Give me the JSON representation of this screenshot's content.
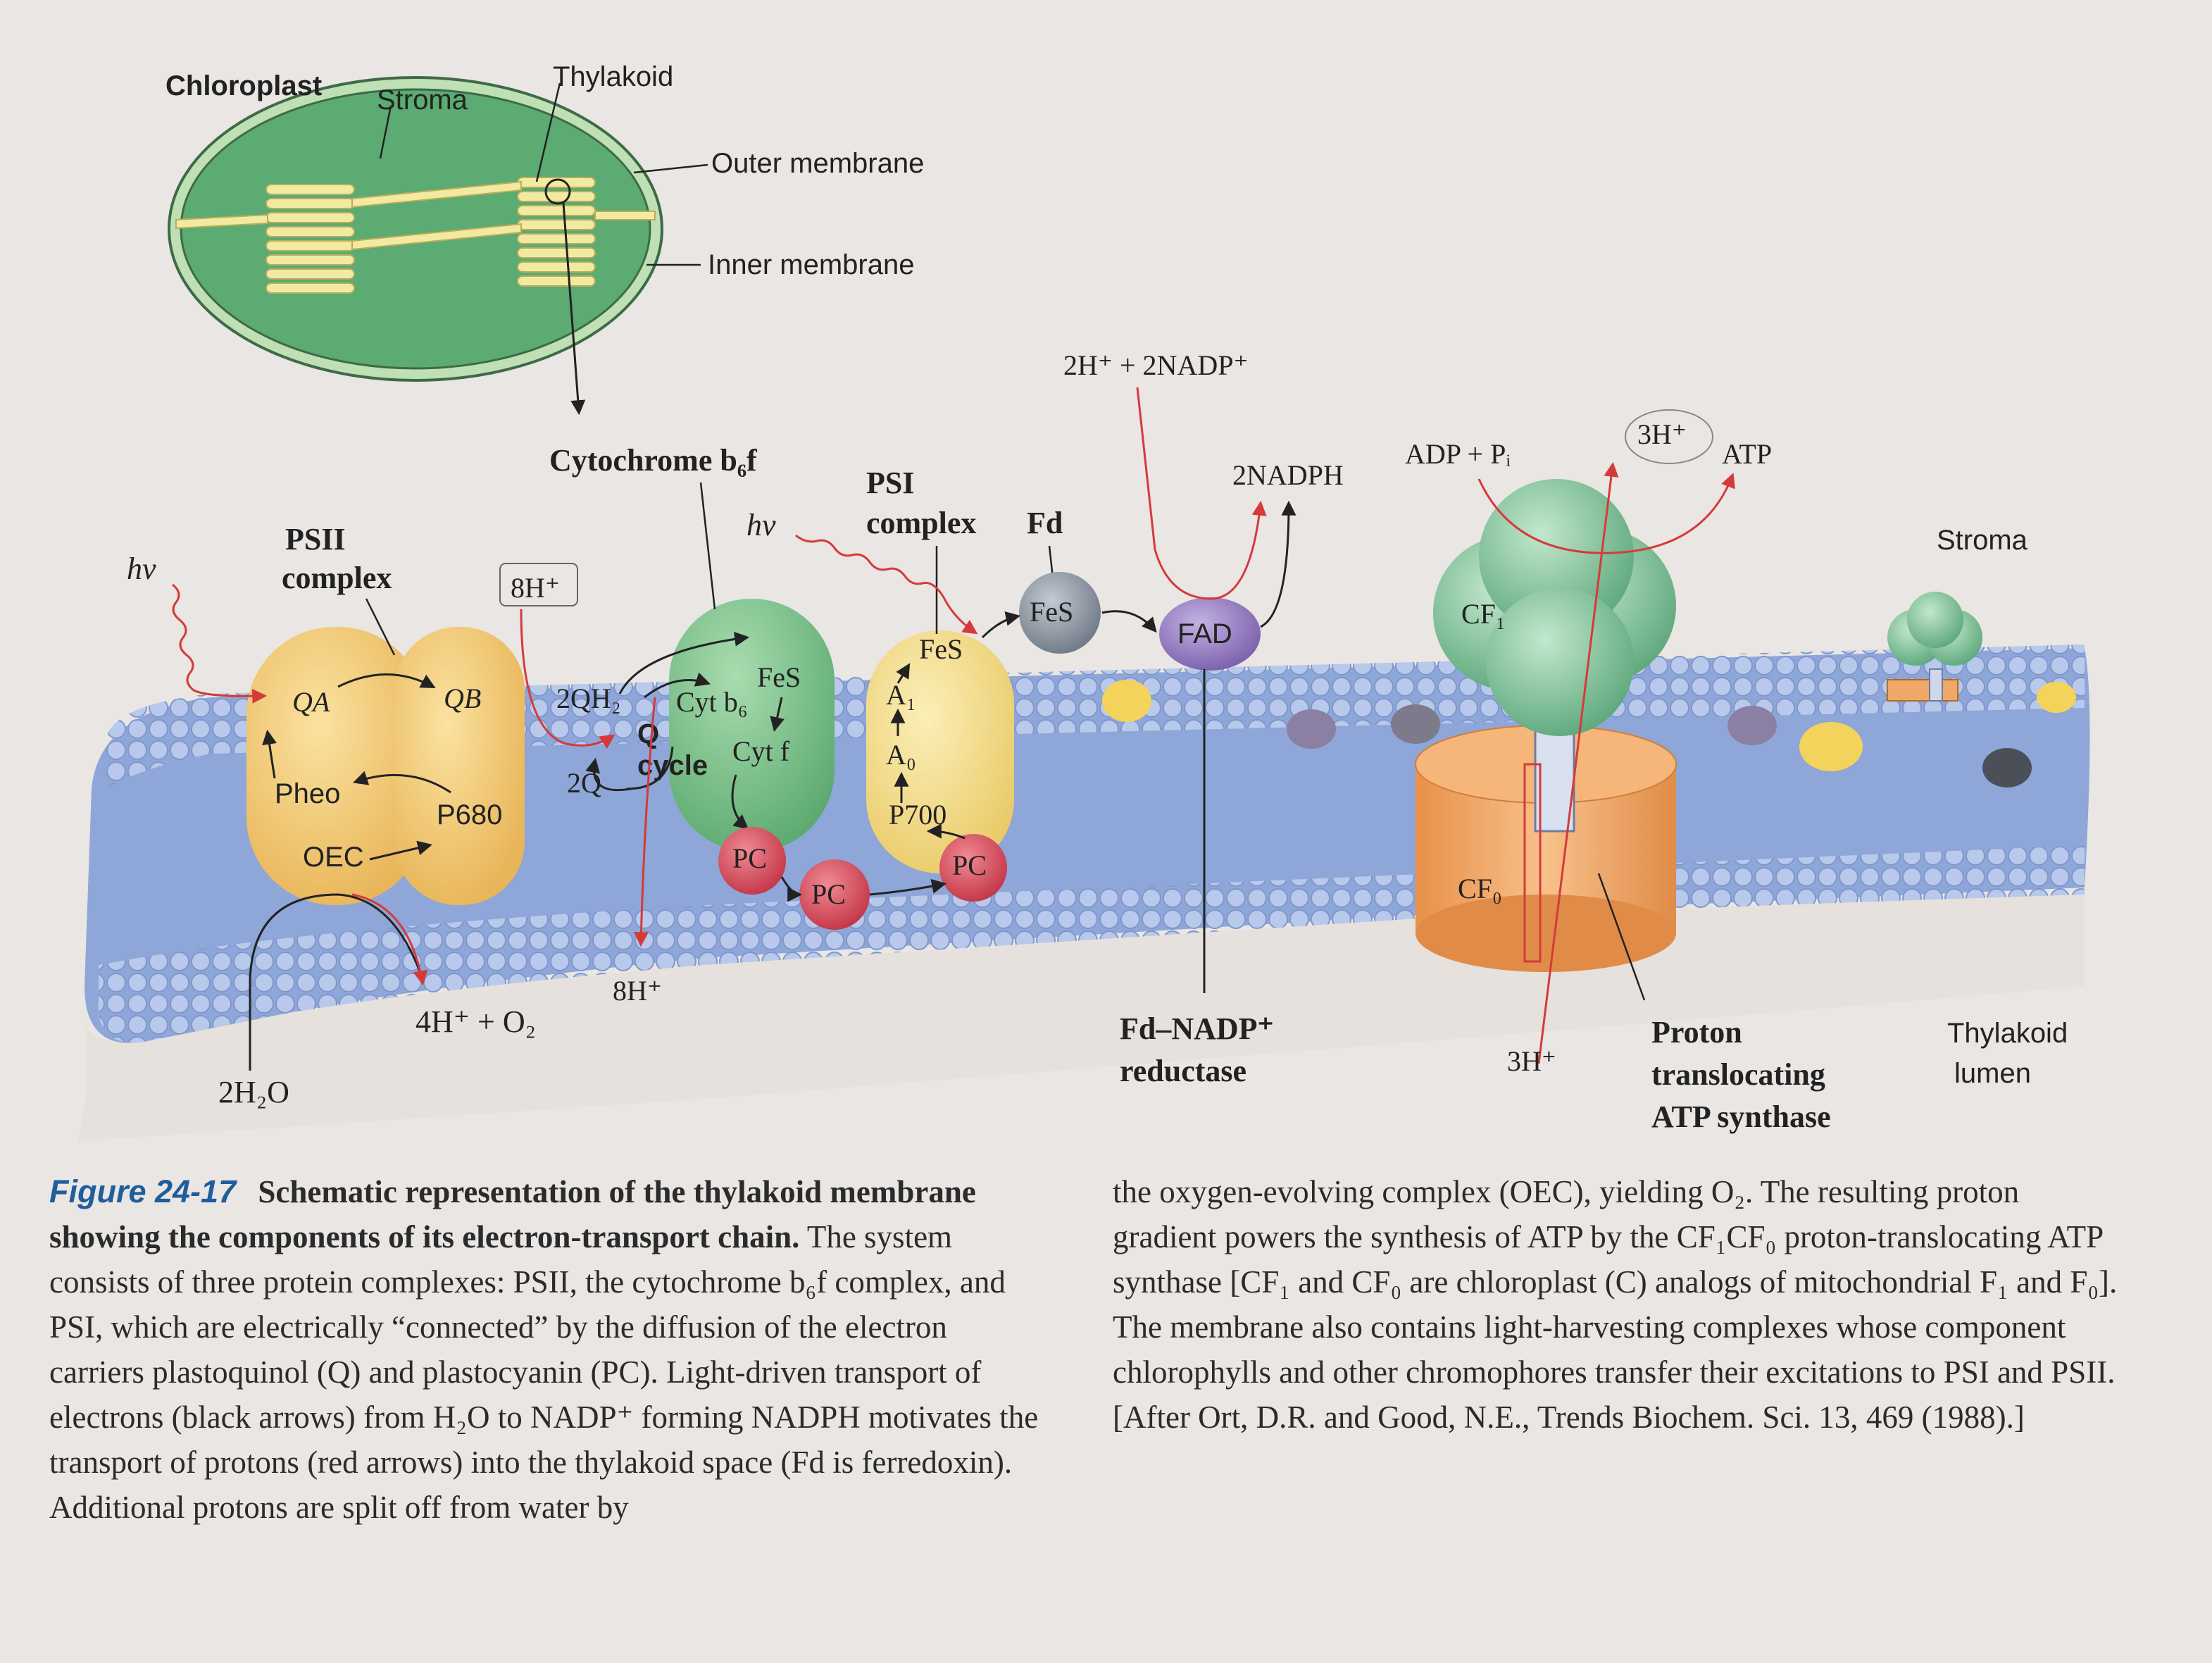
{
  "diagram": {
    "chloroplast_labels": {
      "chloroplast": "Chloroplast",
      "stroma": "Stroma",
      "thylakoid": "Thylakoid",
      "outer_membrane": "Outer membrane",
      "inner_membrane": "Inner membrane"
    },
    "psii": {
      "title_line1": "PSII",
      "title_line2": "complex",
      "hv": "hν",
      "qa": "QA",
      "qb": "QB",
      "pheo": "Pheo",
      "p680": "P680",
      "oec": "OEC",
      "water": "2H₂O",
      "products": "4H⁺ + O₂"
    },
    "cytochrome": {
      "title": "Cytochrome b₆f",
      "protons_in": "8H⁺",
      "qh2": "2QH₂",
      "q": "Q",
      "cycle": "cycle",
      "two_q": "2Q",
      "cyt_b6": "Cyt b₆",
      "fes": "FeS",
      "cyt_f": "Cyt f",
      "protons_out": "8H⁺",
      "pc": "PC"
    },
    "psi": {
      "title_line1": "PSI",
      "title_line2": "complex",
      "hv": "hν",
      "fes": "FeS",
      "a1": "A₁",
      "a0": "A₀",
      "p700": "P700",
      "pc_mobile": "PC",
      "pc_bound": "PC"
    },
    "fd": {
      "label": "Fd",
      "fes": "FeS"
    },
    "reductase": {
      "fad": "FAD",
      "reactants": "2H⁺ + 2NADP⁺",
      "product": "2NADPH",
      "label_line1": "Fd–NADP⁺",
      "label_line2": "reductase"
    },
    "atp_synthase": {
      "adp_pi": "ADP + Pᵢ",
      "protons_top": "3H⁺",
      "atp": "ATP",
      "cf1": "CF₁",
      "cf0": "CF₀",
      "protons_bottom": "3H⁺",
      "label_line1": "Proton",
      "label_line2": "translocating",
      "label_line3": "ATP synthase"
    },
    "regions": {
      "stroma": "Stroma",
      "lumen_line1": "Thylakoid",
      "lumen_line2": "lumen"
    }
  },
  "caption": {
    "figure_label": "Figure 24-17",
    "title": "Schematic representation of the thylakoid membrane showing the components of its electron-transport chain.",
    "body_left": "The system consists of three protein complexes: PSII, the cytochrome b₆f complex, and PSI, which are electrically “connected” by the diffusion of the electron carriers plastoquinol (Q) and plastocyanin (PC). Light-driven transport of electrons (black arrows) from H₂O to NADP⁺ forming NADPH motivates the transport of protons (red arrows) into the thylakoid space (Fd is ferredoxin). Additional protons are split off from water by",
    "body_right": "the oxygen-evolving complex (OEC), yielding O₂. The resulting proton gradient powers the synthesis of ATP by the CF₁CF₀ proton-translocating ATP synthase [CF₁ and CF₀ are chloroplast (C) analogs of mitochondrial F₁ and F₀]. The membrane also contains light-harvesting complexes whose component chlorophylls and other chromophores transfer their excitations to PSI and PSII. [After Ort, D.R. and Good, N.E., Trends Biochem. Sci. 13, 469 (1988).]"
  },
  "colors": {
    "membrane": "#8ea6d8",
    "lipid_head": "#b4c6ea",
    "chloroplast_fill": "#5bab72",
    "grana": "#f2eaa0",
    "psii": "#f3cc73",
    "cytochrome": "#7cc48c",
    "psi": "#f4df8c",
    "pc": "#d84c5c",
    "fes_fd": "#8c98a6",
    "fad": "#9a80c4",
    "cf1": "#86c8a0",
    "cf0": "#f0a868",
    "red_arrow": "#d53a3a",
    "fig_label": "#1f5d9c"
  }
}
